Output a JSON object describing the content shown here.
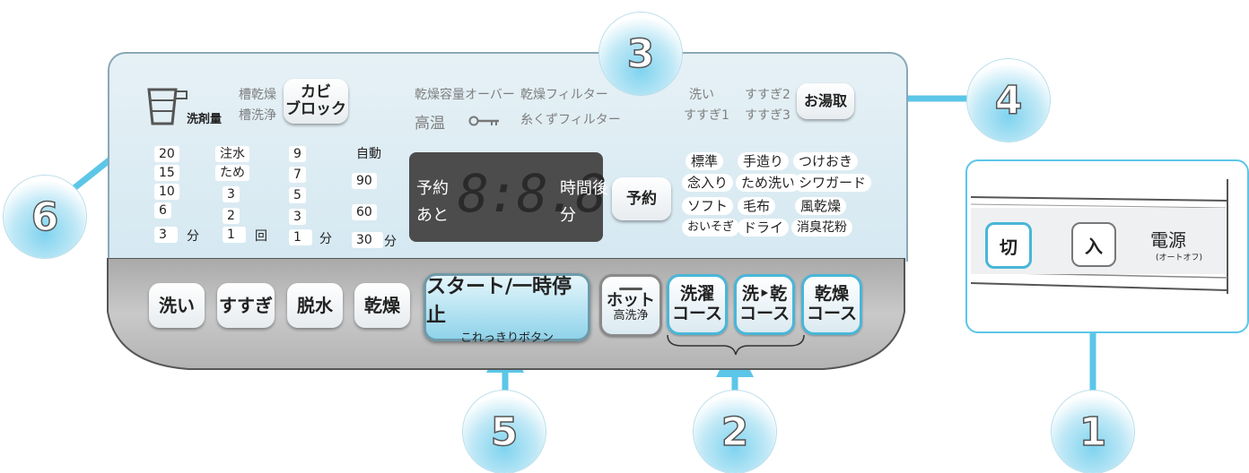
{
  "panel": {
    "cup_label": "洗剤量",
    "tub_dry": "槽乾燥",
    "tub_clean": "槽洗浄",
    "mold_block_1": "カビ",
    "mold_block_2": "ブロック",
    "dry_overload": "乾燥容量オーバー",
    "dry_filter": "乾燥フィルター",
    "high_temp": "高温",
    "lint_filter": "糸くずフィルター",
    "st_wash": "洗い",
    "st_rinse2": "すすぎ2",
    "st_rinse1": "すすぎ1",
    "st_rinse3": "すすぎ3",
    "hot_water": "お湯取",
    "reserve_button": "予約"
  },
  "detergent": {
    "values": [
      "20",
      "15",
      "10",
      "6",
      "3"
    ],
    "unit": "分"
  },
  "water": {
    "values": [
      "注水",
      "ため",
      "3",
      "2",
      "1"
    ],
    "unit": "回"
  },
  "spin": {
    "values": [
      "9",
      "7",
      "5",
      "3",
      "1"
    ],
    "unit": "分"
  },
  "dry": {
    "values": [
      "自動",
      "90",
      "60",
      "30"
    ],
    "unit": "分"
  },
  "display": {
    "yoyaku": "予約",
    "ato": "あと",
    "jikango": "時間後",
    "fun": "分",
    "digits": "8:8.8."
  },
  "courses": [
    "標準",
    "手造り",
    "つけおき",
    "念入り",
    "ため洗い",
    "シワガード",
    "ソフト",
    "毛布",
    "風乾燥",
    "おいそぎ",
    "ドライ",
    "消臭花粉"
  ],
  "bottom_buttons": {
    "wash": "洗い",
    "rinse": "すすぎ",
    "spin": "脱水",
    "dry": "乾燥",
    "start_main": "スタート/一時停止",
    "start_sub": "これっきりボタン",
    "hot_1": "ホット",
    "hot_2": "高洗浄",
    "wash_course_1": "洗濯",
    "wash_course_2": "コース",
    "washdry_course_1": "洗‣乾",
    "washdry_course_2": "コース",
    "dry_course_1": "乾燥",
    "dry_course_2": "コース"
  },
  "power": {
    "off": "切",
    "on": "入",
    "label": "電源",
    "sub": "(オートオフ)"
  },
  "badges": [
    "1",
    "2",
    "3",
    "4",
    "5",
    "6"
  ],
  "colors": {
    "accent": "#49b6d8",
    "arrow": "#5cc6e8",
    "display_bg": "#4c4c4c"
  }
}
